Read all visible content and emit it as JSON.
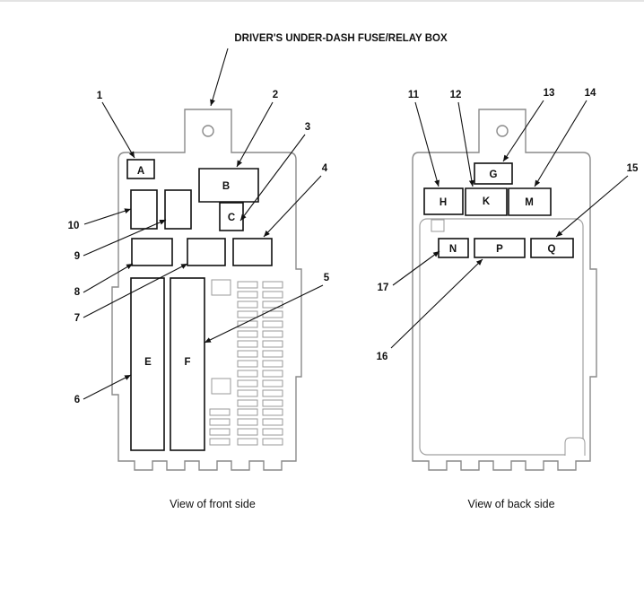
{
  "title": "DRIVER'S UNDER-DASH FUSE/RELAY BOX",
  "front": {
    "caption": "View of front side",
    "components": {
      "A": "A",
      "B": "B",
      "C": "C",
      "E": "E",
      "F": "F"
    },
    "callouts": {
      "n1": "1",
      "n2": "2",
      "n3": "3",
      "n4": "4",
      "n5": "5",
      "n6": "6",
      "n7": "7",
      "n8": "8",
      "n9": "9",
      "n10": "10"
    }
  },
  "back": {
    "caption": "View of back side",
    "components": {
      "G": "G",
      "H": "H",
      "K": "K",
      "M": "M",
      "N": "N",
      "P": "P",
      "Q": "Q"
    },
    "callouts": {
      "n11": "11",
      "n12": "12",
      "n13": "13",
      "n14": "14",
      "n15": "15",
      "n16": "16",
      "n17": "17"
    }
  }
}
